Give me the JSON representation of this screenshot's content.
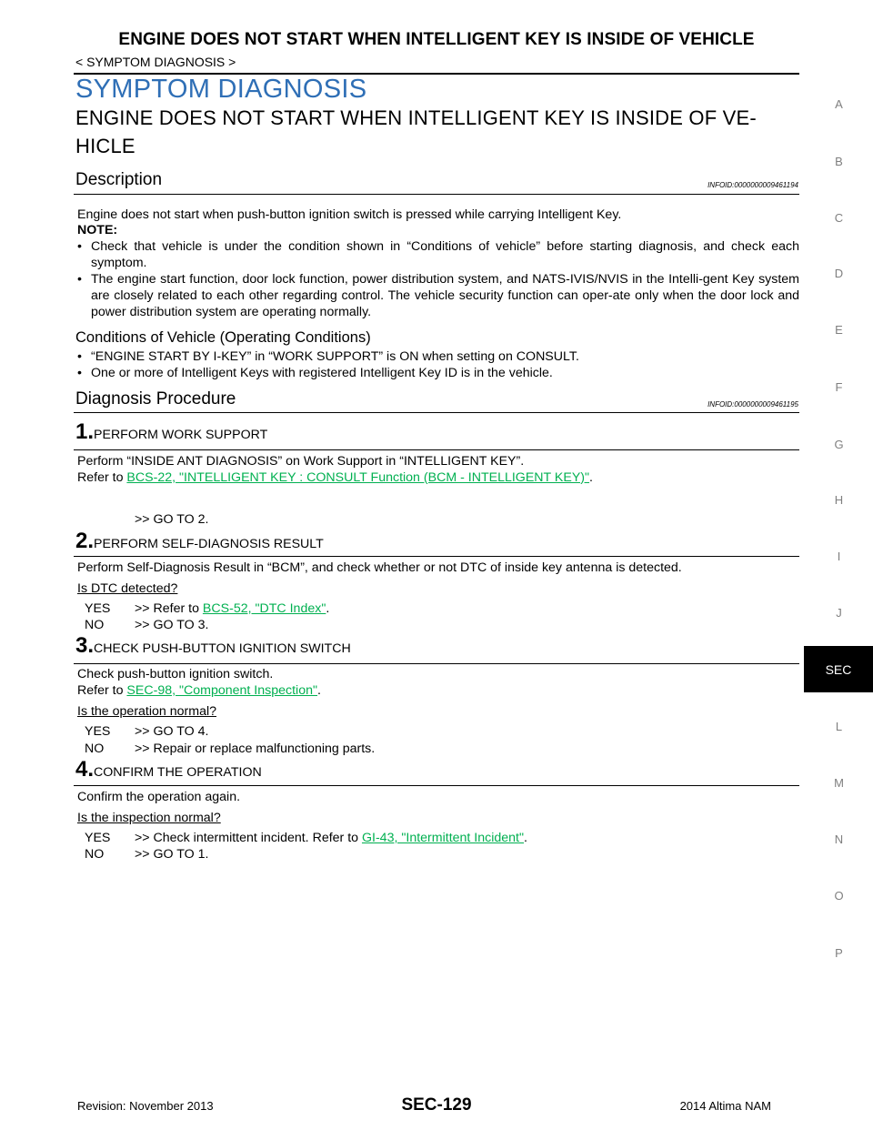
{
  "header": {
    "title": "ENGINE DOES NOT START WHEN INTELLIGENT KEY IS INSIDE OF VEHICLE",
    "breadcrumb": "< SYMPTOM DIAGNOSIS >"
  },
  "section": {
    "title": "SYMPTOM DIAGNOSIS",
    "subtitle_line1": "ENGINE DOES NOT START WHEN INTELLIGENT KEY IS INSIDE OF VE-",
    "subtitle_line2": "HICLE"
  },
  "description": {
    "heading": "Description",
    "infoid": "INFOID:0000000009461194",
    "intro": "Engine does not start when push-button ignition switch is pressed while carrying Intelligent Key.",
    "note_label": "NOTE:",
    "bullets": [
      "Check that vehicle is under the condition shown in “Conditions of vehicle” before starting diagnosis, and check each symptom.",
      "The engine start function, door lock function, power distribution system, and NATS-IVIS/NVIS in the Intelli-gent Key system are closely related to each other regarding control. The vehicle security function can oper-ate only when the door lock and power distribution system are operating normally."
    ]
  },
  "conditions": {
    "heading": "Conditions of Vehicle (Operating Conditions)",
    "bullets": [
      "“ENGINE START BY I-KEY” in “WORK SUPPORT” is ON when setting on CONSULT.",
      "One or more of Intelligent Keys with registered Intelligent Key ID is in the vehicle."
    ]
  },
  "procedure": {
    "heading": "Diagnosis Procedure",
    "infoid": "INFOID:0000000009461195",
    "step1": {
      "num": "1.",
      "label": "PERFORM WORK SUPPORT",
      "line1": "Perform “INSIDE ANT DIAGNOSIS” on Work Support in “INTELLIGENT KEY”.",
      "refer_prefix": "Refer to ",
      "link": "BCS-22, \"INTELLIGENT KEY : CONSULT Function (BCM - INTELLIGENT KEY)\"",
      "refer_suffix": ".",
      "goto": ">> GO TO 2."
    },
    "step2": {
      "num": "2.",
      "label": "PERFORM SELF-DIAGNOSIS RESULT",
      "line1": "Perform Self-Diagnosis Result in “BCM”, and check whether or not DTC of inside key antenna is detected.",
      "question": "Is DTC detected?",
      "yes_key": "YES",
      "yes_prefix": ">> Refer to ",
      "yes_link": "BCS-52, \"DTC  Index\"",
      "yes_suffix": ".",
      "no_key": "NO",
      "no_text": ">> GO TO 3."
    },
    "step3": {
      "num": "3.",
      "label": "CHECK PUSH-BUTTON IGNITION SWITCH",
      "line1": "Check push-button ignition switch.",
      "refer_prefix": "Refer to ",
      "link": "SEC-98, \"Component Inspection\"",
      "refer_suffix": ".",
      "question": "Is the operation normal?",
      "yes_key": "YES",
      "yes_text": ">> GO TO 4.",
      "no_key": "NO",
      "no_text": ">> Repair or replace malfunctioning parts."
    },
    "step4": {
      "num": "4.",
      "label": "CONFIRM THE OPERATION",
      "line1": "Confirm the operation again.",
      "question": "Is the inspection normal?",
      "yes_key": "YES",
      "yes_prefix": ">> Check intermittent incident. Refer to ",
      "yes_link": "GI-43, \"Intermittent Incident\"",
      "yes_suffix": ".",
      "no_key": "NO",
      "no_text": ">> GO TO 1."
    }
  },
  "side_index": {
    "letters": [
      "A",
      "B",
      "C",
      "D",
      "E",
      "F",
      "G",
      "H",
      "I",
      "J"
    ],
    "active": "SEC",
    "letters_after": [
      "L",
      "M",
      "N",
      "O",
      "P"
    ]
  },
  "footer": {
    "revision": "Revision: November 2013",
    "page": "SEC-129",
    "model": "2014 Altima NAM"
  }
}
